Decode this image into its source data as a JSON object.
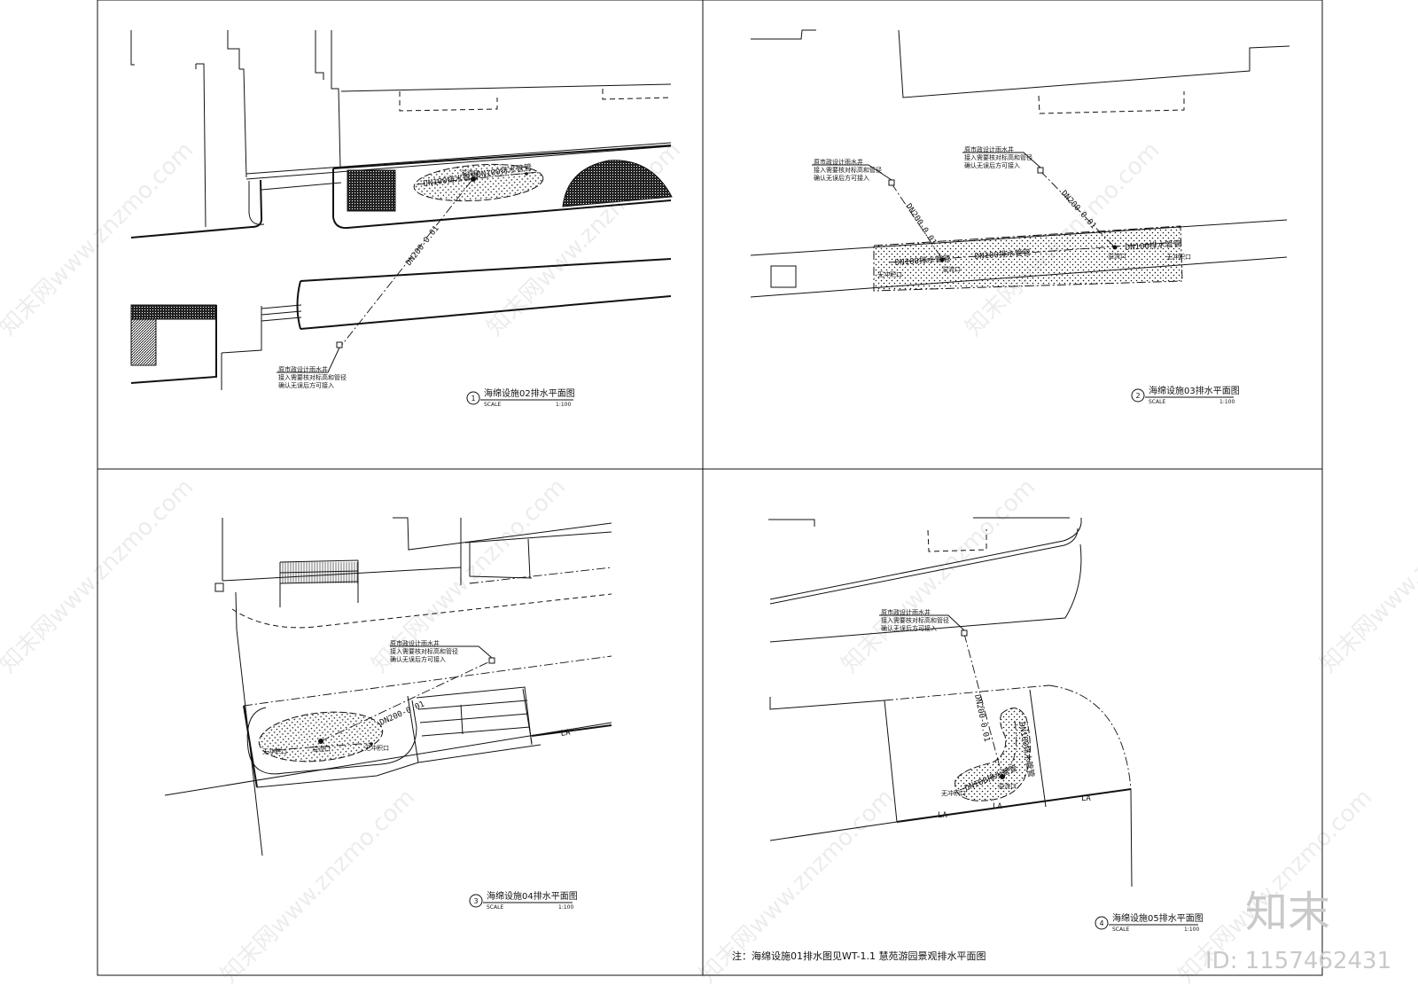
{
  "panels": [
    {
      "number": "1",
      "title": "海绵设施02排水平面图",
      "scale_label": "SCALE",
      "scale_value": "1:100",
      "pipe_label": "DN200-0.01",
      "pipe_label_2": "DN100排水管管",
      "pipe_label_3": "DN100排水管管",
      "inlet_label": "溢流口",
      "callout": [
        "原市政设计雨水井",
        "接入需要核对标高和管径",
        "确认无误后方可接入"
      ]
    },
    {
      "number": "2",
      "title": "海绵设施03排水平面图",
      "scale_label": "SCALE",
      "scale_value": "1:100",
      "pipe_label": "DN200-0.01",
      "pipe_label_2": "DN200-0.01",
      "pipe_label_3": "DN100排水管管",
      "pipe_label_4": "DN100排水管管",
      "pipe_label_5": "DN100排水管管",
      "inlet_label": "溢流口",
      "inlet_label_2": "溢流口",
      "outlet_label": "无冲积口",
      "outlet_label_2": "无冲积口",
      "callout": [
        "原市政设计雨水井",
        "接入需要核对标高和管径",
        "确认无误后方可接入"
      ],
      "callout_2": [
        "原市政设计雨水井",
        "接入需要核对标高和管径",
        "确认无误后方可接入"
      ]
    },
    {
      "number": "3",
      "title": "海绵设施04排水平面图",
      "scale_label": "SCALE",
      "scale_value": "1:100",
      "pipe_label": "DN200-0.01",
      "inlet_label": "溢流口",
      "outlet_label": "无冲积口",
      "outlet_label_2": "无冲积口",
      "callout": [
        "原市政设计雨水井",
        "接入需要核对标高和管径",
        "确认无误后方可接入"
      ],
      "la_label": "LA"
    },
    {
      "number": "4",
      "title": "海绵设施05排水平面图",
      "scale_label": "SCALE",
      "scale_value": "1:100",
      "pipe_label": "DN200-0.01",
      "pipe_label_2": "DN100排水管管",
      "pipe_label_3": "DN100排水管管",
      "inlet_label": "溢流口",
      "outlet_label": "无冲积口",
      "callout": [
        "原市政设计雨水井",
        "接入需要核对标高和管径",
        "确认无误后方可接入"
      ],
      "la_label": "LA",
      "la_label_2": "LA",
      "la_label_3": "LA"
    }
  ],
  "note": "注：海绵设施01排水图见WT-1.1 慧苑游园景观排水平面图",
  "watermark": "知末网www.znzmo.com",
  "brand": "知末",
  "id_text": "ID: 1157462431"
}
